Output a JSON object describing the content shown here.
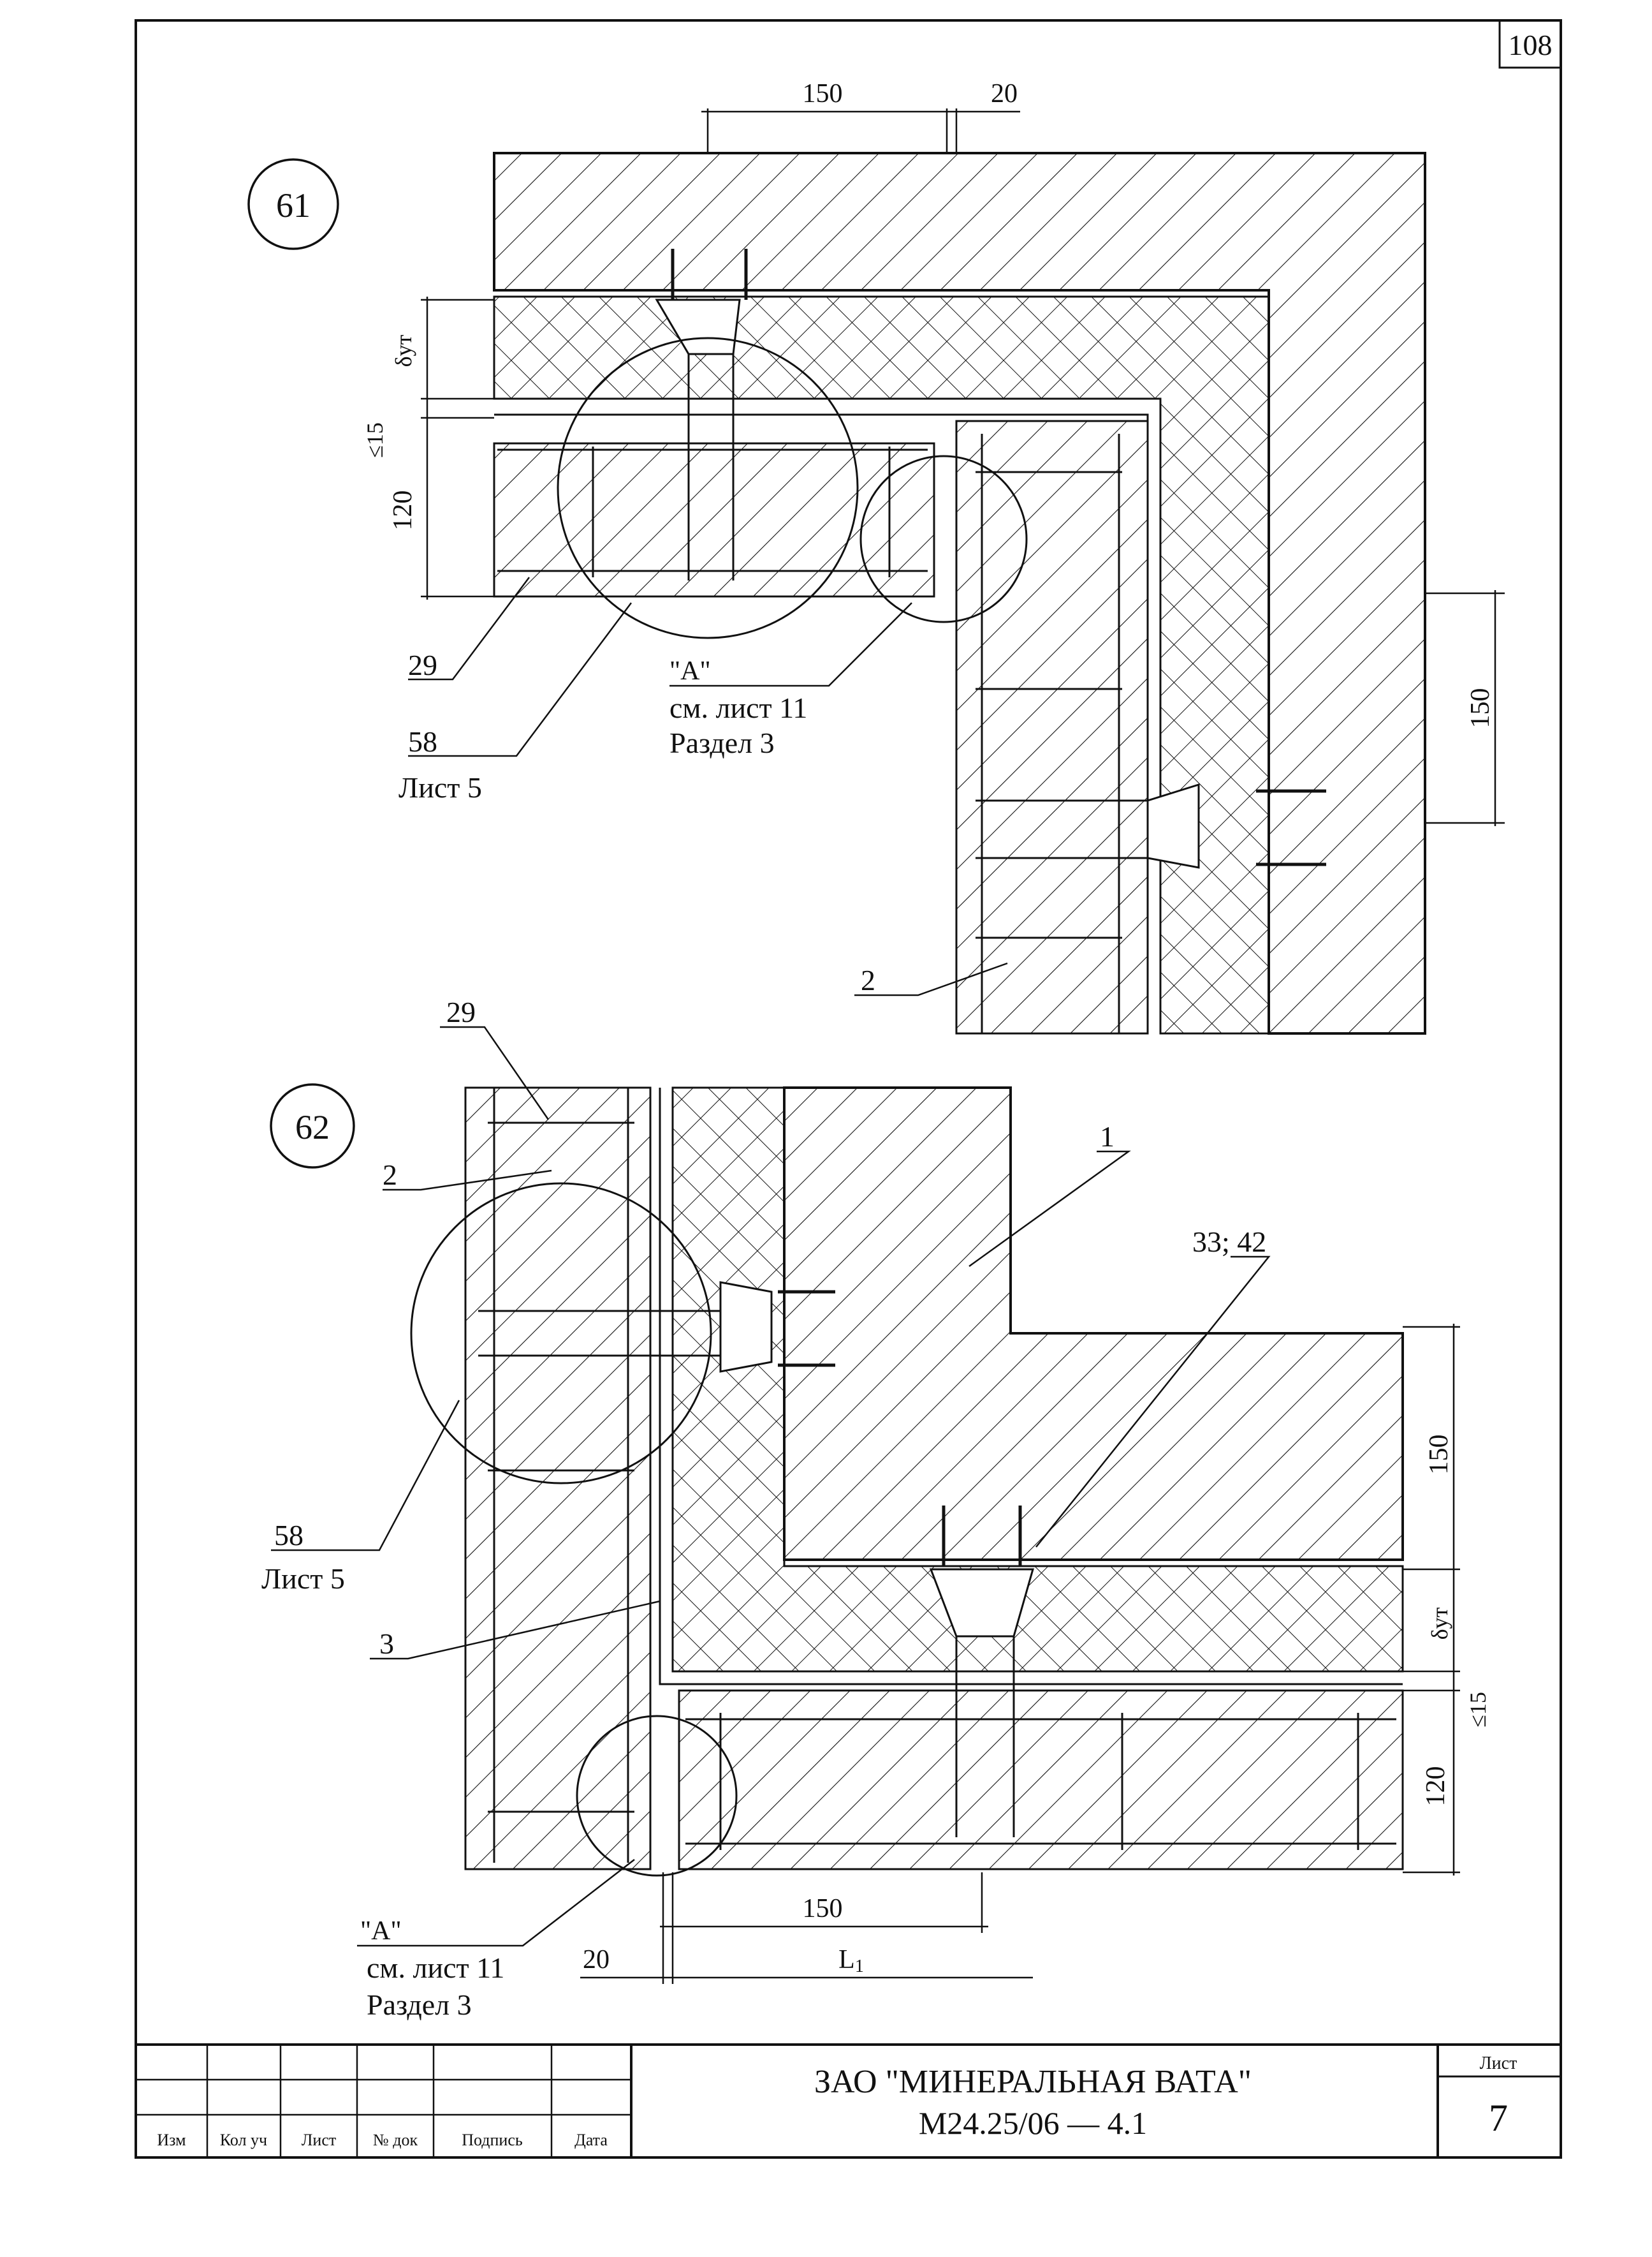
{
  "sheet_number_corner": "108",
  "detail_61": {
    "marker": "61",
    "dim_top_left": "150",
    "dim_top_right": "20",
    "dim_insulation": "δут",
    "dim_gap": "≤15",
    "dim_panel": "120",
    "dim_right": "150",
    "leader_29": "29",
    "leader_58": "58",
    "leader_58_sub": "Лист 5",
    "callout_a_line1": "\"А\"",
    "callout_a_line2": "см. лист 11",
    "callout_a_line3": "Раздел 3",
    "leader_2": "2"
  },
  "detail_62": {
    "marker": "62",
    "leader_29": "29",
    "leader_2": "2",
    "leader_1": "1",
    "leader_33_42": "33; 42",
    "dim_right_150": "150",
    "dim_insulation": "δут",
    "dim_gap": "≤15",
    "dim_panel": "120",
    "leader_58": "58",
    "leader_58_sub": "Лист 5",
    "leader_3": "3",
    "dim_bottom_150": "150",
    "dim_bottom_20": "20",
    "dim_bottom_l1": "L",
    "dim_bottom_l1_sub": "1",
    "callout_a_line1": "\"А\"",
    "callout_a_line2": "см. лист 11",
    "callout_a_line3": "Раздел 3"
  },
  "title_block": {
    "col_izm": "Изм",
    "col_kol": "Кол уч",
    "col_list": "Лист",
    "col_ndok": "№ док",
    "col_podpis": "Подпись",
    "col_data": "Дата",
    "company": "ЗАО \"МИНЕРАЛЬНАЯ ВАТА\"",
    "doc_code": "М24.25/06  —  4.1",
    "sheet_label": "Лист",
    "sheet_value": "7"
  }
}
